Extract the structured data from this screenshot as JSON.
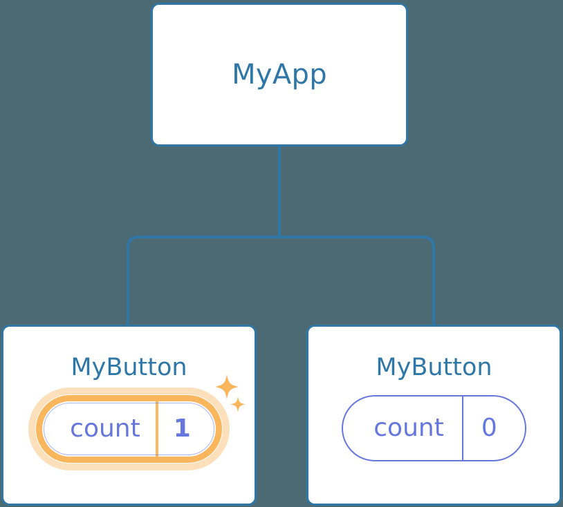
{
  "diagram": {
    "type": "component-tree",
    "background_color": "#4c6a74",
    "edge_color": "#2e77a6",
    "card_border_color": "#2e77a6",
    "title_color": "#2e77a6",
    "state_color": "#6577dd",
    "highlight_color": "#f9b65c",
    "highlight_glow_color": "#fbdca8"
  },
  "root": {
    "title": "MyApp"
  },
  "children": [
    {
      "title": "MyButton",
      "state": {
        "key": "count",
        "value": "1"
      },
      "highlighted": true,
      "sparkle_count": 2
    },
    {
      "title": "MyButton",
      "state": {
        "key": "count",
        "value": "0"
      },
      "highlighted": false,
      "sparkle_count": 0
    }
  ],
  "edges": [
    {
      "from": "MyApp",
      "to": "MyButton-left"
    },
    {
      "from": "MyApp",
      "to": "MyButton-right"
    }
  ]
}
